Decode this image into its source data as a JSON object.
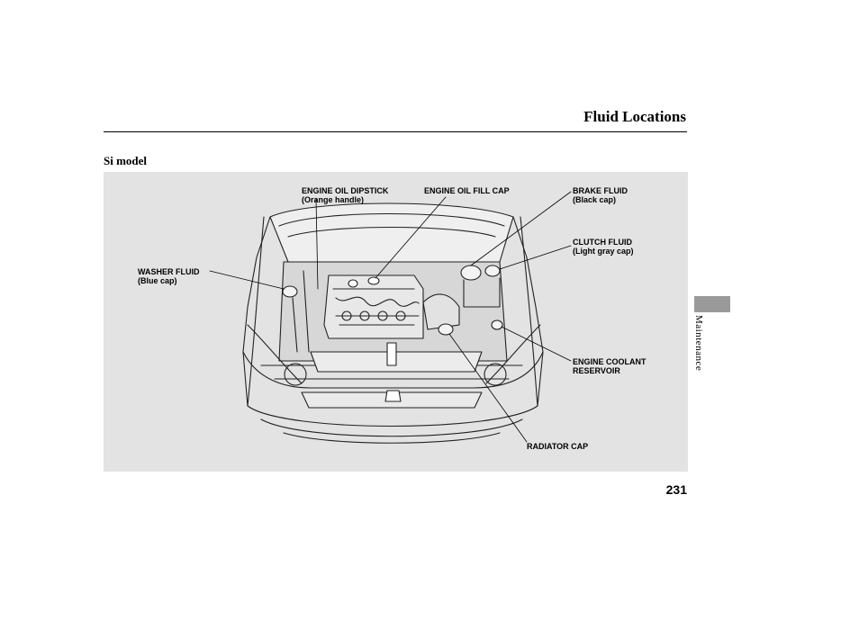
{
  "header": {
    "title": "Fluid Locations"
  },
  "section": {
    "subtitle": "Si model"
  },
  "figure": {
    "labels": {
      "engine_oil_dipstick": {
        "main": "ENGINE OIL DIPSTICK",
        "sub": "(Orange handle)"
      },
      "engine_oil_fill_cap": {
        "main": "ENGINE OIL FILL CAP"
      },
      "brake_fluid": {
        "main": "BRAKE FLUID",
        "sub": "(Black cap)"
      },
      "clutch_fluid": {
        "main": "CLUTCH FLUID",
        "sub": "(Light gray cap)"
      },
      "washer_fluid": {
        "main": "WASHER FLUID",
        "sub": "(Blue cap)"
      },
      "engine_coolant_reservoir": {
        "main": "ENGINE COOLANT",
        "sub": "RESERVOIR"
      },
      "radiator_cap": {
        "main": "RADIATOR CAP"
      }
    }
  },
  "sidebar": {
    "tab_label": "Maintenance"
  },
  "footer": {
    "page_number": "231"
  }
}
